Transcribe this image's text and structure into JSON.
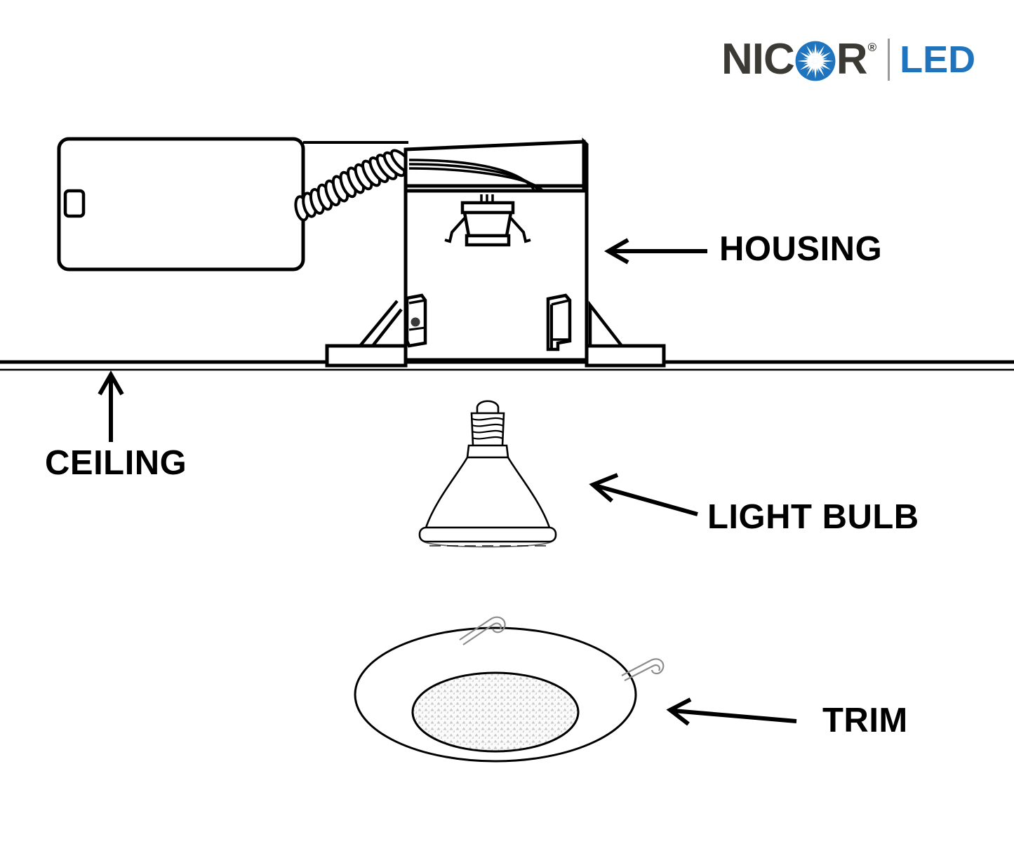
{
  "brand": {
    "name_part1": "NIC",
    "name_part2": "R",
    "registered_mark": "®",
    "sub_brand": "LED",
    "burst_icon": "starburst-icon",
    "colors": {
      "wordmark": "#3b3a35",
      "accent_blue": "#1f74bd",
      "divider_gray": "#9a9a9a"
    }
  },
  "diagram": {
    "title": "Recessed lighting component diagram",
    "line_color": "#000000",
    "background": "#ffffff",
    "callouts": [
      {
        "id": "housing",
        "label": "HOUSING",
        "arrow": "arrow-left-icon",
        "arrow_direction": "left",
        "points_to": "housing-box"
      },
      {
        "id": "ceiling",
        "label": "CEILING",
        "arrow": "arrow-up-icon",
        "arrow_direction": "up",
        "points_to": "ceiling-line"
      },
      {
        "id": "light_bulb",
        "label": "LIGHT BULB",
        "arrow": "arrow-up-left-icon",
        "arrow_direction": "up-left",
        "points_to": "par-lamp"
      },
      {
        "id": "trim",
        "label": "TRIM",
        "arrow": "arrow-left-icon",
        "arrow_direction": "left",
        "points_to": "trim-ring"
      }
    ],
    "parts": [
      {
        "id": "junction-box",
        "name": "junction box"
      },
      {
        "id": "flex-conduit",
        "name": "flexible conduit"
      },
      {
        "id": "housing-box",
        "name": "recessed can housing"
      },
      {
        "id": "lamp-socket",
        "name": "lamp socket"
      },
      {
        "id": "mounting-bracket-left",
        "name": "mounting bracket"
      },
      {
        "id": "mounting-bracket-right",
        "name": "mounting bracket"
      },
      {
        "id": "ceiling-line",
        "name": "ceiling plane"
      },
      {
        "id": "par-lamp",
        "name": "PAR light bulb"
      },
      {
        "id": "trim-ring",
        "name": "trim ring with lens"
      },
      {
        "id": "trim-spring-left",
        "name": "torsion spring"
      },
      {
        "id": "trim-spring-right",
        "name": "torsion spring"
      }
    ]
  }
}
